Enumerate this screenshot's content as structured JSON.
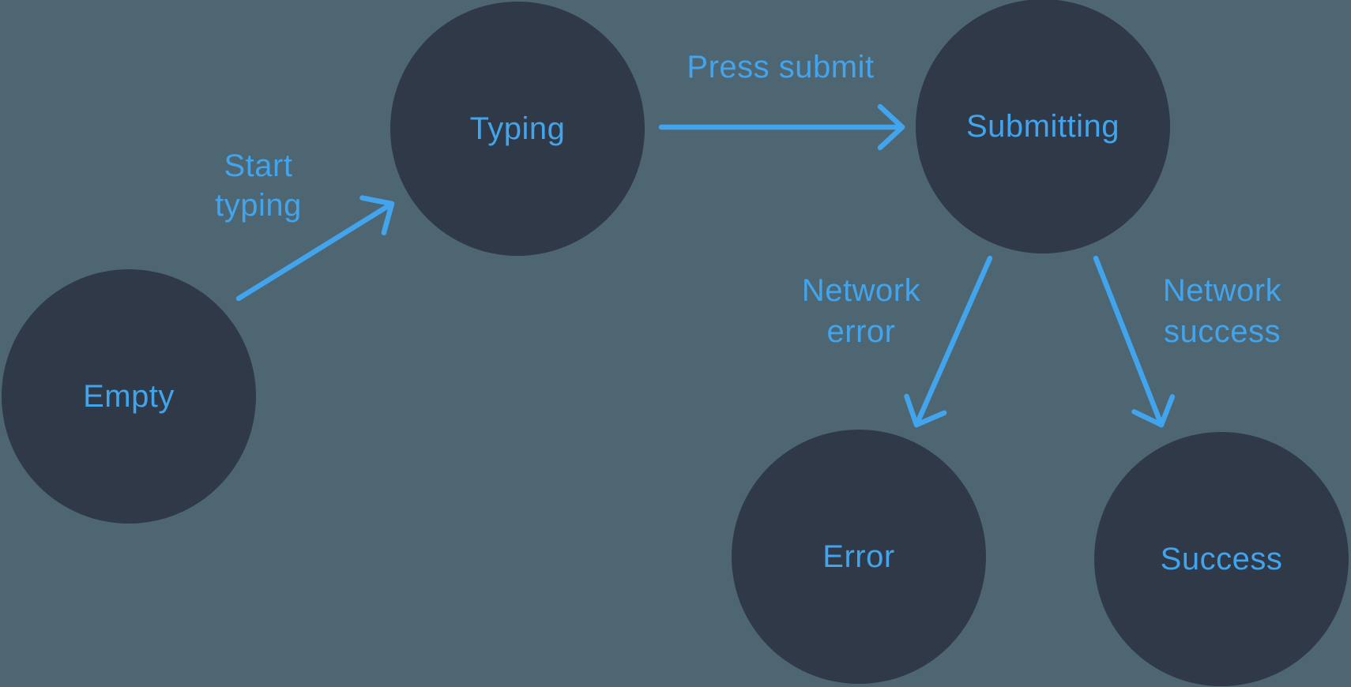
{
  "diagram": {
    "type": "state-machine",
    "colors": {
      "background": "#4D6672",
      "node_fill": "#2F3948",
      "accent_blue": "#42A4EC"
    },
    "nodes": [
      {
        "id": "empty",
        "label": "Empty"
      },
      {
        "id": "typing",
        "label": "Typing"
      },
      {
        "id": "submitting",
        "label": "Submitting"
      },
      {
        "id": "error",
        "label": "Error"
      },
      {
        "id": "success",
        "label": "Success"
      }
    ],
    "edges": [
      {
        "id": "start-typing",
        "label": "Start typing",
        "lines": [
          "Start",
          "typing"
        ],
        "from": "Empty",
        "to": "Typing"
      },
      {
        "id": "press-submit",
        "label": "Press submit",
        "lines": [
          "Press submit"
        ],
        "from": "Typing",
        "to": "Submitting"
      },
      {
        "id": "network-error",
        "label": "Network error",
        "lines": [
          "Network",
          "error"
        ],
        "from": "Submitting",
        "to": "Error"
      },
      {
        "id": "network-success",
        "label": "Network success",
        "lines": [
          "Network",
          "success"
        ],
        "from": "Submitting",
        "to": "Success"
      }
    ]
  }
}
